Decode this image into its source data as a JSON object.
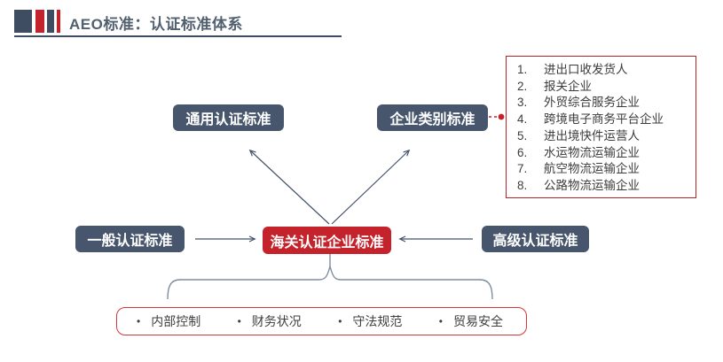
{
  "header": {
    "title": "AEO标准：认证标准体系"
  },
  "nodes": {
    "general_cert": {
      "label": "通用认证标准"
    },
    "category_cert": {
      "label": "企业类别标准"
    },
    "customs_cert": {
      "label": "海关认证企业标准"
    },
    "basic_cert": {
      "label": "一般认证标准"
    },
    "advanced_cert": {
      "label": "高级认证标准"
    }
  },
  "category_list": {
    "items": [
      {
        "num": "1.",
        "label": "进出口收发货人"
      },
      {
        "num": "2.",
        "label": "报关企业"
      },
      {
        "num": "3.",
        "label": "外贸综合服务企业"
      },
      {
        "num": "4.",
        "label": "跨境电子商务平台企业"
      },
      {
        "num": "5.",
        "label": "进出境快件运营人"
      },
      {
        "num": "6.",
        "label": "水运物流运输企业"
      },
      {
        "num": "7.",
        "label": "航空物流运输企业"
      },
      {
        "num": "8.",
        "label": "公路物流运输企业"
      }
    ]
  },
  "criteria": {
    "bullet": "•",
    "items": [
      {
        "label": "内部控制"
      },
      {
        "label": "财务状况"
      },
      {
        "label": "守法规范"
      },
      {
        "label": "贸易安全"
      }
    ]
  },
  "colors": {
    "slate": "#47566c",
    "red": "#c4232b",
    "title": "#52606f",
    "list_border": "#b5242b",
    "criteria_border": "#d93535",
    "connector": "#44546a",
    "bracket": "#7e8ca0"
  }
}
